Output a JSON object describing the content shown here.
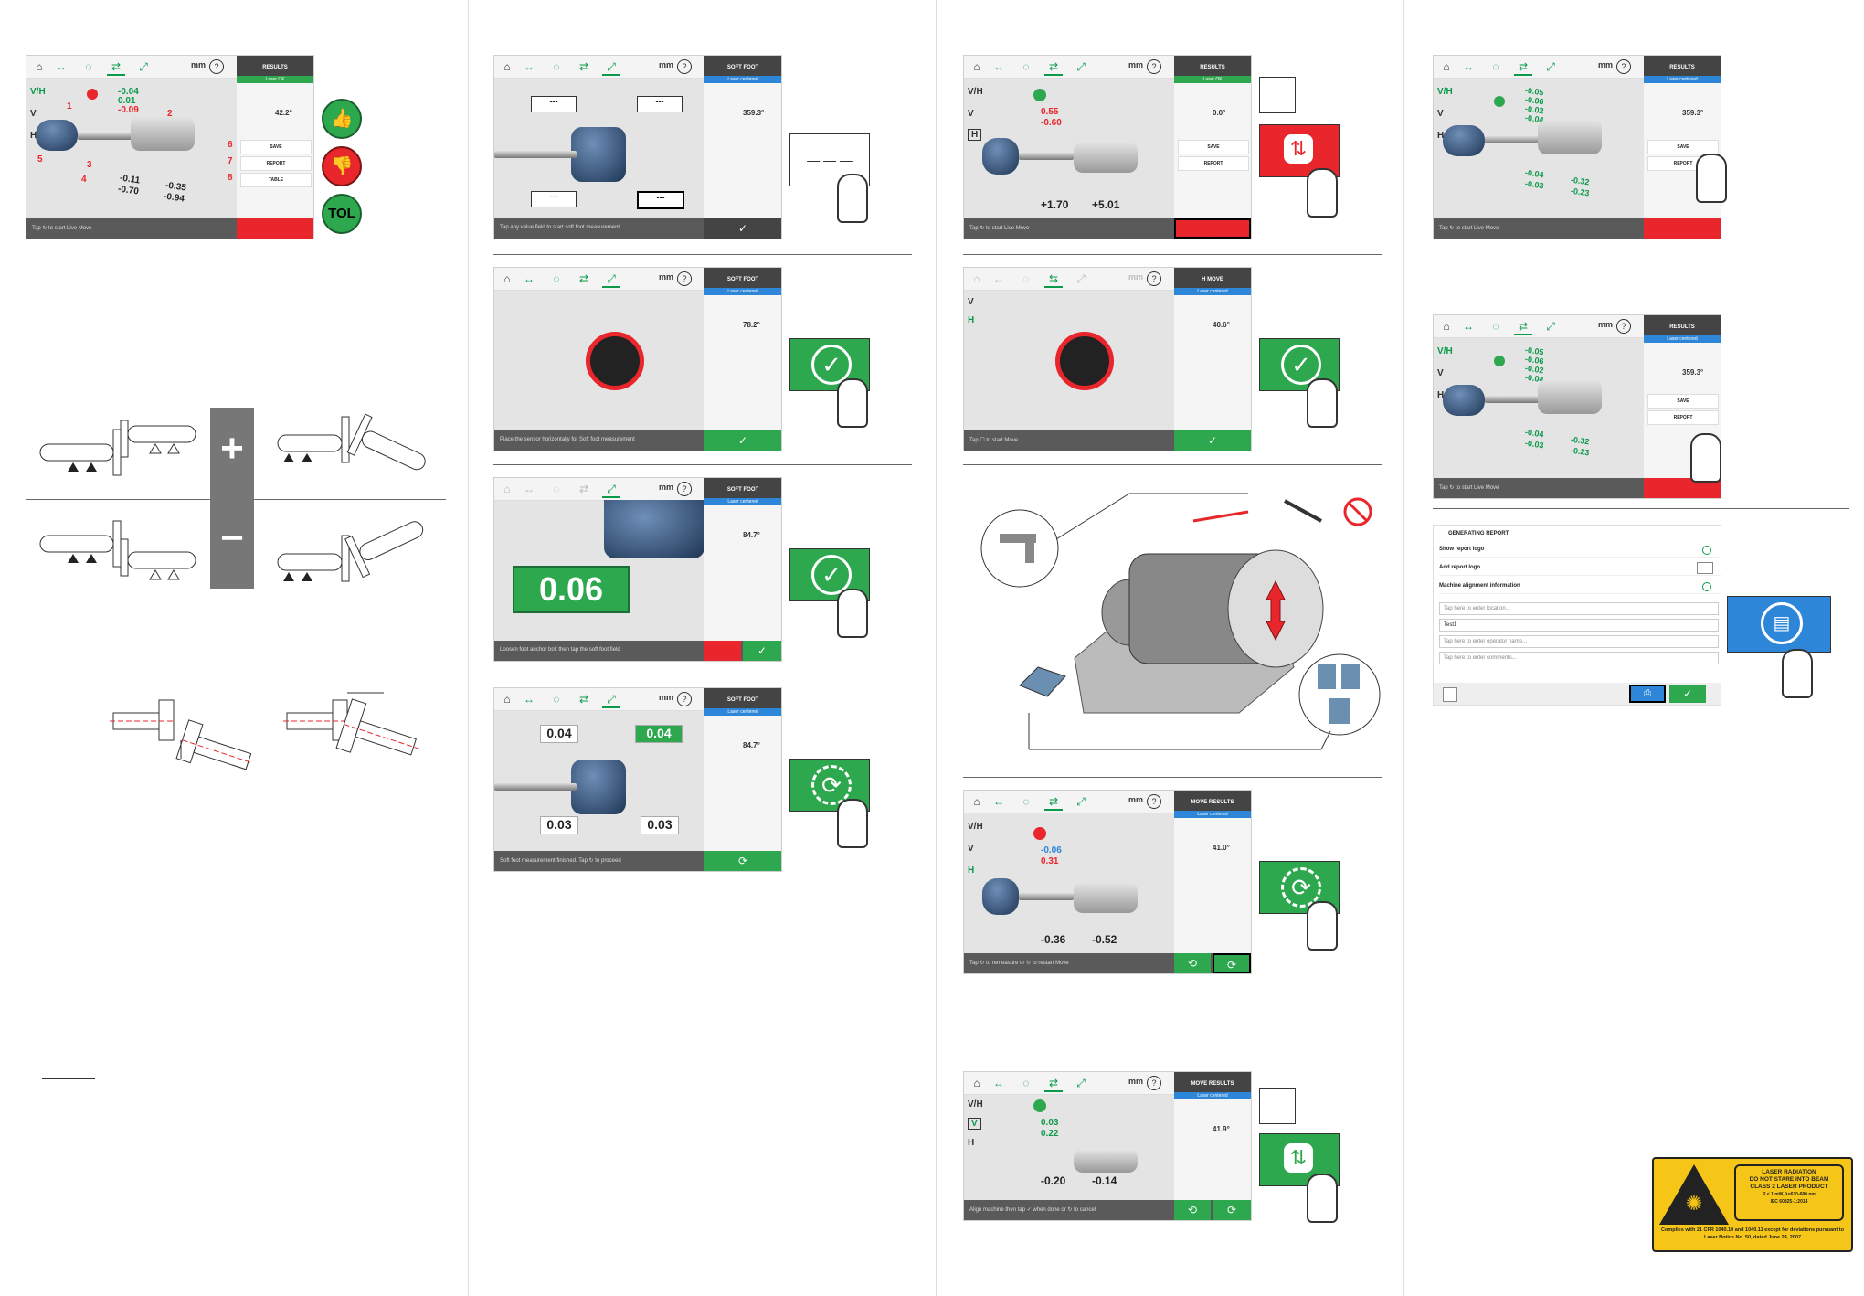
{
  "colors": {
    "green": "#2ea84f",
    "red": "#e8262b",
    "blue": "#2d86d8",
    "dark": "#444444",
    "yellow": "#f5c518"
  },
  "common": {
    "mm": "mm",
    "help": "?",
    "tap_move": "Tap ↻ to start Live Move"
  },
  "col1": {
    "screen": {
      "header": "RESULTS",
      "header_sub": "Laser OK",
      "angle": "42.2°",
      "btn_save": "SAVE",
      "btn_report": "REPORT",
      "btn_table": "TABLE",
      "labels": {
        "vh": "V/H",
        "v": "V",
        "h": "H"
      },
      "v_top": "-0.04",
      "v_bot": "0.01",
      "v_red": "-0.09",
      "h_left": "-0.11",
      "h_left2": "-0.70",
      "h_right": "-0.35",
      "h_right2": "-0.94",
      "callouts": [
        "1",
        "2",
        "3",
        "4",
        "5",
        "6",
        "7",
        "8"
      ]
    },
    "tol": "TOL",
    "plus": "+",
    "minus": "−"
  },
  "col2": {
    "s1": {
      "header": "SOFT FOOT",
      "sub": "Laser centered",
      "angle": "359.3°",
      "dashes": "---",
      "status": "Tap any value field to start soft foot measurement",
      "callout": "— — —"
    },
    "s2": {
      "header": "SOFT FOOT",
      "sub": "Laser centered",
      "angle": "78.2°",
      "status": "Place the sensor horizontally for Soft foot measurement"
    },
    "s3": {
      "header": "SOFT FOOT",
      "sub": "Laser centered",
      "angle": "84.7°",
      "value": "0.06",
      "status": "Loosen foot anchor bolt then tap the soft foot field"
    },
    "s4": {
      "header": "SOFT FOOT",
      "sub": "Laser centered",
      "angle": "84.7°",
      "tl": "0.04",
      "tr": "0.04",
      "bl": "0.03",
      "br": "0.03",
      "status": "Soft foot measurement finished. Tap ↻ to proceed"
    }
  },
  "col3": {
    "s1": {
      "header": "RESULTS",
      "sub": "Laser OK",
      "angle": "0.0°",
      "v1": "0.55",
      "v2": "-0.60",
      "h1": "+1.70",
      "h2": "+5.01",
      "btn_save": "SAVE",
      "btn_report": "REPORT",
      "h_label": "H",
      "status": "Tap ↻ to start Live Move"
    },
    "s2": {
      "header": "H MOVE",
      "sub": "Laser centered",
      "angle": "40.6°",
      "status": "Tap ☐ to start Move"
    },
    "s3": {
      "header": "MOVE RESULTS",
      "sub": "Laser centered",
      "angle": "41.0°",
      "v1": "-0.06",
      "v2": "0.31",
      "h1": "-0.36",
      "h2": "-0.52",
      "status": "Tap ↻ to remeasure or ↻ to restart Move"
    },
    "s4": {
      "header": "MOVE RESULTS",
      "sub": "Laser centered",
      "angle": "41.9°",
      "v1": "0.03",
      "v2": "0.22",
      "h1": "-0.20",
      "h2": "-0.14",
      "v_label": "V",
      "status": "Align machine then tap ✓ when done or ↻ to cancel"
    }
  },
  "col4": {
    "s1": {
      "header": "RESULTS",
      "sub": "Laser centered",
      "angle": "359.3°",
      "v1": "-0.05",
      "v2": "-0.06",
      "v3": "-0.02",
      "v4": "-0.04",
      "h1": "-0.04",
      "h2": "-0.03",
      "h3": "-0.32",
      "h4": "-0.23",
      "btn_save": "SAVE",
      "btn_report": "REPORT",
      "status": "Tap ↻ to start Live Move"
    },
    "s2": {
      "header": "RESULTS",
      "sub": "Laser centered",
      "angle": "359.3°",
      "v1": "-0.05",
      "v2": "-0.06",
      "v3": "-0.02",
      "v4": "-0.04",
      "h1": "-0.04",
      "h2": "-0.03",
      "h3": "-0.32",
      "h4": "-0.23",
      "btn_save": "SAVE",
      "btn_report": "REPORT",
      "status": "Tap ↻ to start Live Move"
    },
    "report": {
      "title": "GENERATING REPORT",
      "row1": "Show report logo",
      "row2": "Add report logo",
      "row3": "Machine alignment information",
      "in1": "Tap here to enter location...",
      "in2": "Test1",
      "in3": "Tap here to enter operator name...",
      "in4": "Tap here to enter comments..."
    },
    "laser": {
      "l1": "LASER RADIATION",
      "l2": "DO NOT STARE INTO BEAM",
      "l3": "CLASS 2 LASER PRODUCT",
      "l4": "P < 1 mW, λ=630-680 nm",
      "l5": "IEC 60825-1:2014",
      "foot": "Complies with 21 CFR 1040.10 and 1040.11 except for deviations pursuant to Laser Notice No. 50, dated June 24, 2007"
    }
  }
}
